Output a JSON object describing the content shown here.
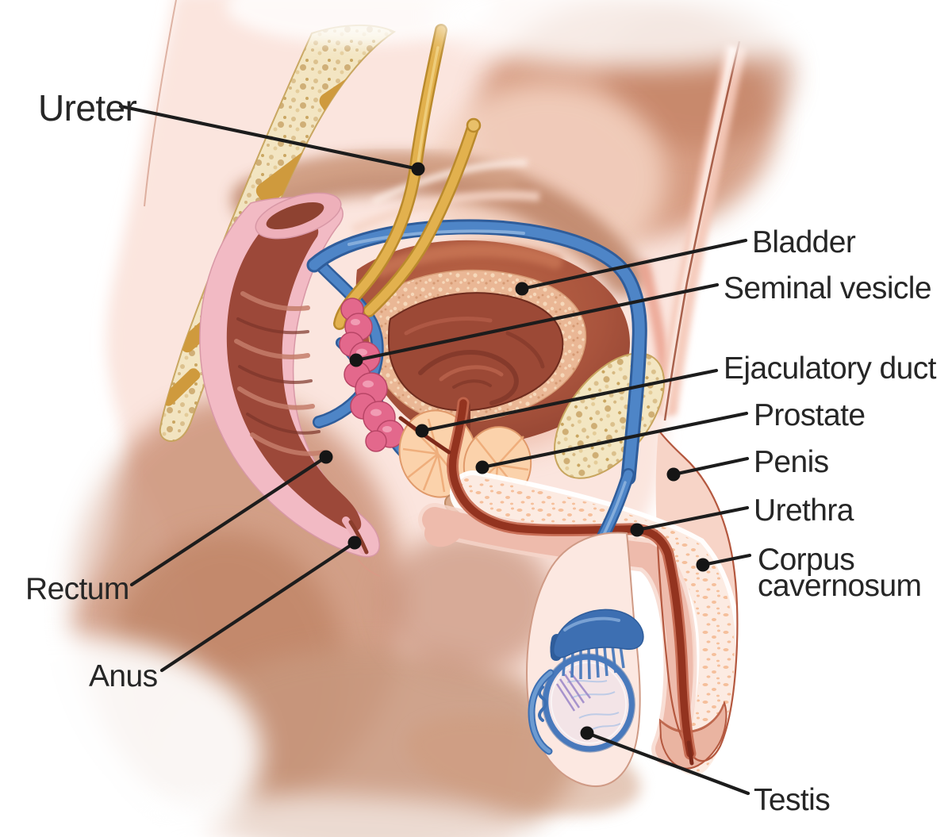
{
  "figure": {
    "labels": {
      "ureter": "Ureter",
      "bladder": "Bladder",
      "seminal_vesicle": "Seminal vesicle",
      "ejaculatory_duct": "Ejaculatory duct",
      "prostate": "Prostate",
      "penis": "Penis",
      "urethra": "Urethra",
      "corpus_cavernosum_line1": "Corpus",
      "corpus_cavernosum_line2": "cavernosum",
      "testis": "Testis",
      "rectum": "Rectum",
      "anus": "Anus"
    },
    "palette": {
      "background": "#ffffff",
      "label_text": "#262626",
      "leader_line": "#1c1c1c",
      "skin_light": "#fbe5de",
      "skin_shadow": "#c08a6e",
      "bone_cream": "#f3e6c2",
      "bone_disc": "#cf9a3d",
      "rectum_wall_pink": "#f2bac4",
      "rectum_interior": "#9c4839",
      "bladder_muscle": "#a9543d",
      "vessel_blue": "#4e85c7",
      "ureter_yellow": "#e2b14e",
      "seminal_vesicle_pink": "#e3688c",
      "prostate_peach": "#fbd2ab",
      "urethra_red": "#93331f",
      "testis_fill": "#f3e4e7"
    }
  }
}
